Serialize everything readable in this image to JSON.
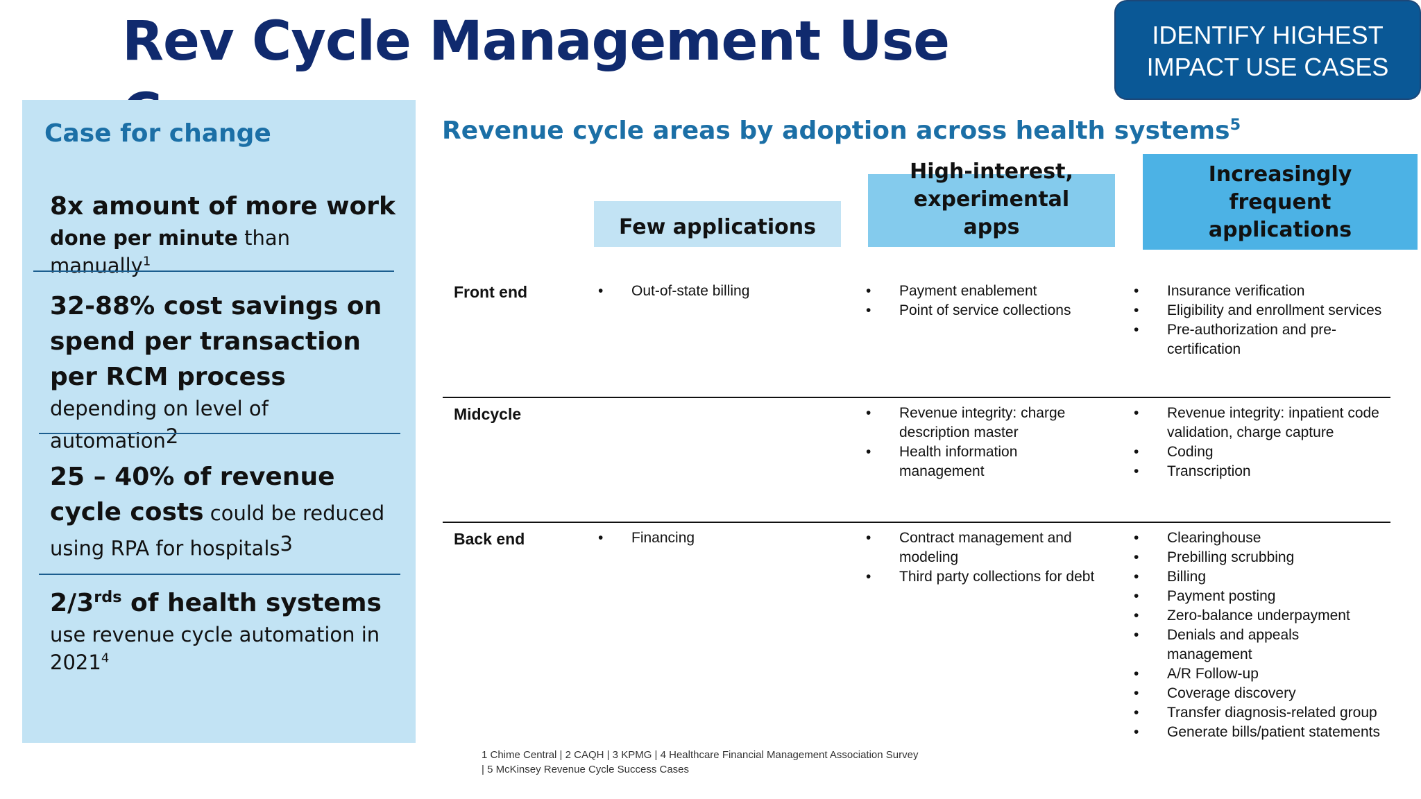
{
  "title": "Rev Cycle Management Use Cases",
  "badge": "IDENTIFY HIGHEST IMPACT USE CASES",
  "case_for_change": {
    "heading": "Case for change",
    "stat1": {
      "big": "8x amount of more work",
      "bold": "done per minute",
      "rest": " than manually",
      "sup": "1"
    },
    "stat2": {
      "big": "32-88% cost savings on spend per transaction per RCM process",
      "rest": " depending on level of automation",
      "sup": "2"
    },
    "stat3": {
      "big1": "25 – 40% of revenue cycle costs",
      "rest": " could be reduced using RPA for hospitals",
      "sup": "3"
    },
    "stat4": {
      "big": "2/3",
      "big_sup": "rds",
      "big_rest": " of health systems",
      "rest": "use revenue cycle automation in 2021",
      "sup": "4"
    }
  },
  "table": {
    "heading": "Revenue cycle areas by adoption across health systems",
    "heading_sup": "5",
    "columns": [
      "Few applications",
      "High-interest, experimental apps",
      "Increasingly frequent applications"
    ],
    "rows": [
      {
        "label": "Front end",
        "cells": [
          [
            "Out-of-state billing"
          ],
          [
            "Payment enablement",
            "Point of service collections"
          ],
          [
            "Insurance verification",
            "Eligibility and enrollment services",
            "Pre-authorization and pre-certification"
          ]
        ]
      },
      {
        "label": "Midcycle",
        "cells": [
          [],
          [
            "Revenue integrity: charge description master",
            "Health information management"
          ],
          [
            "Revenue integrity: inpatient code validation, charge capture",
            "Coding",
            "Transcription"
          ]
        ]
      },
      {
        "label": "Back end",
        "cells": [
          [
            "Financing"
          ],
          [
            "Contract management and modeling",
            "Third party collections for debt"
          ],
          [
            "Clearinghouse",
            "Prebilling scrubbing",
            "Billing",
            "Payment posting",
            "Zero-balance underpayment",
            "Denials and appeals management",
            "A/R Follow-up",
            "Coverage discovery",
            "Transfer diagnosis-related group",
            "Generate bills/patient statements"
          ]
        ]
      }
    ]
  },
  "footnote": {
    "line1": "1 Chime Central  | 2 CAQH  | 3 KPMG | 4 Healthcare Financial Management Association Survey",
    "line2": "| 5 McKinsey Revenue Cycle Success Cases"
  }
}
